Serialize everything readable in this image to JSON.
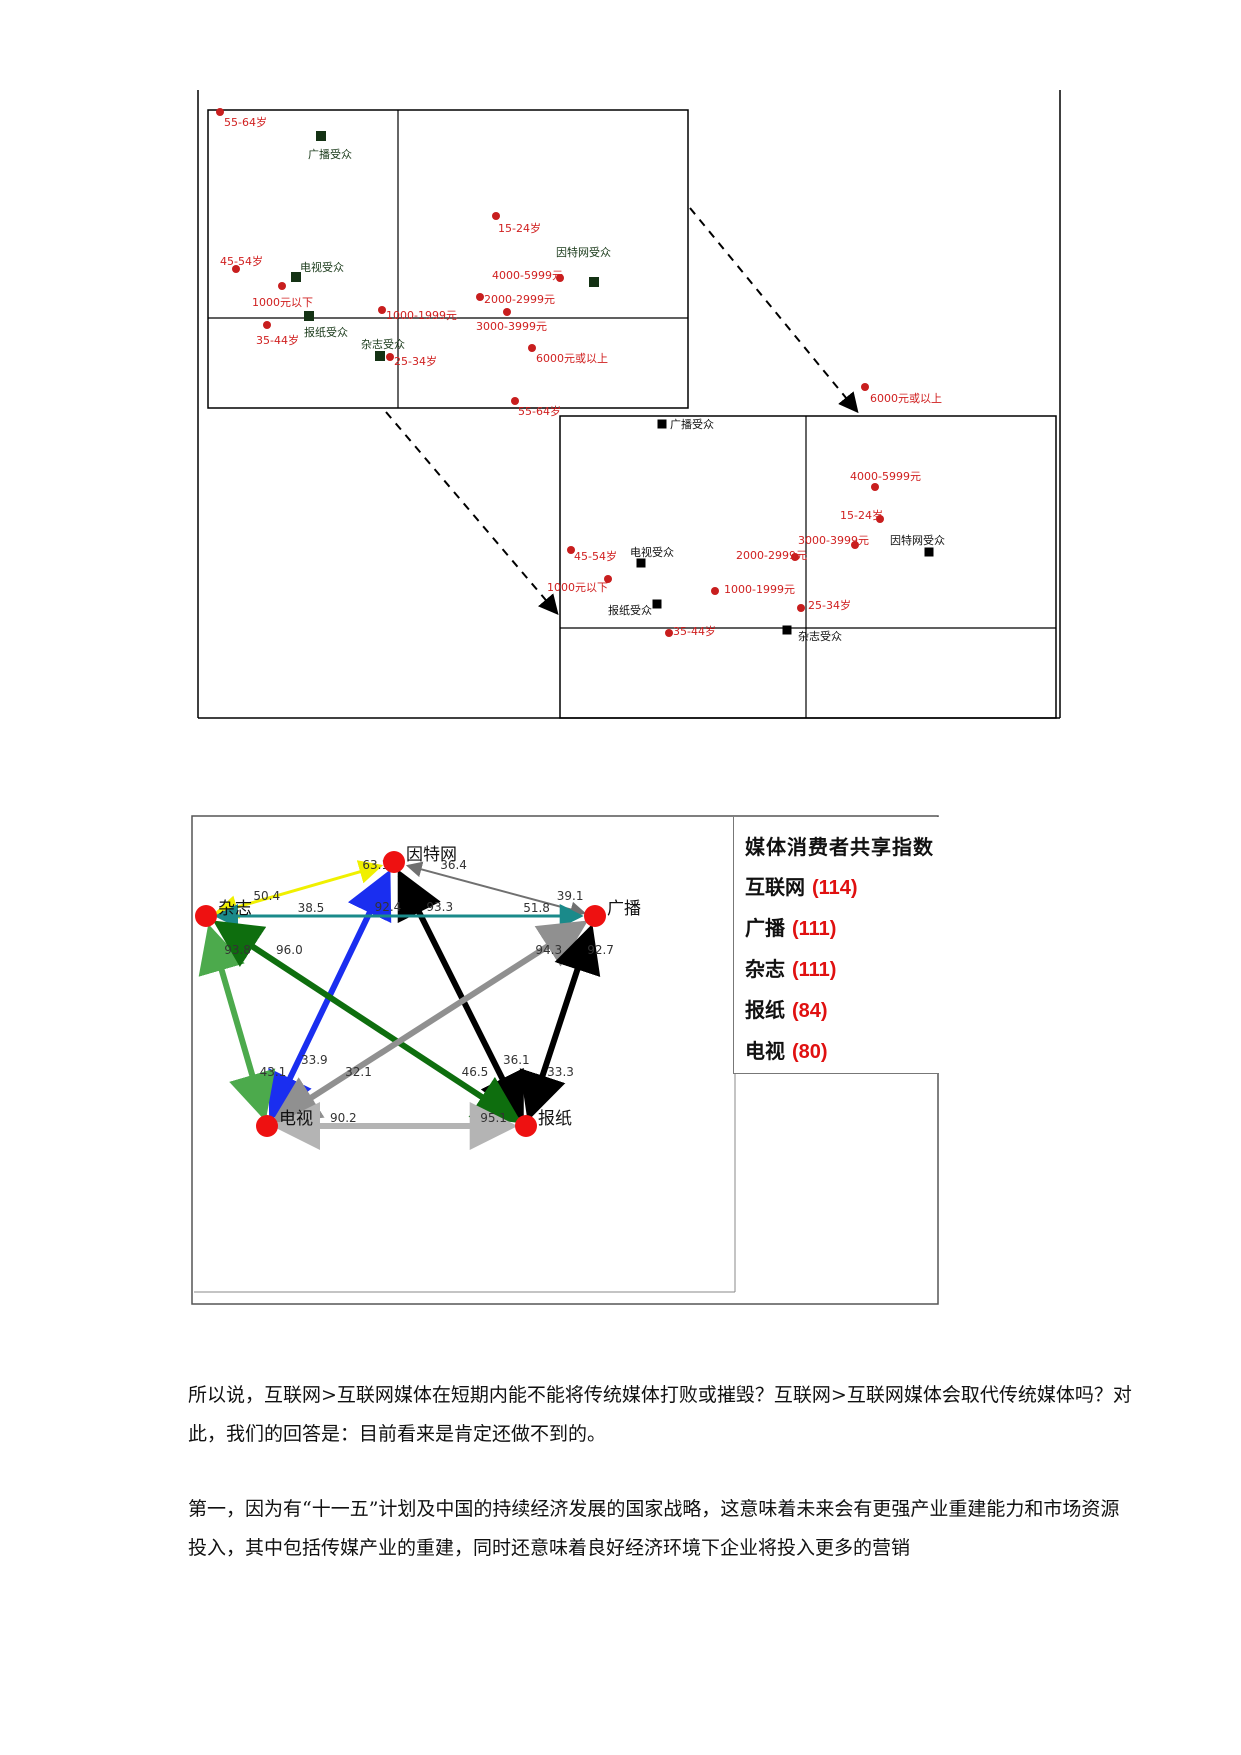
{
  "figure1": {
    "upper_plot": {
      "points": [
        {
          "label": "55-64岁",
          "kind": "age"
        },
        {
          "label": "广播受众",
          "kind": "media"
        },
        {
          "label": "15-24岁",
          "kind": "age"
        },
        {
          "label": "因特网受众",
          "kind": "media"
        },
        {
          "label": "45-54岁",
          "kind": "age"
        },
        {
          "label": "电视受众",
          "kind": "media"
        },
        {
          "label": "4000-5999元",
          "kind": "income"
        },
        {
          "label": "1000元以下",
          "kind": "income"
        },
        {
          "label": "2000-2999元",
          "kind": "income"
        },
        {
          "label": "1000-1999元",
          "kind": "income"
        },
        {
          "label": "报纸受众",
          "kind": "media"
        },
        {
          "label": "3000-3999元",
          "kind": "income"
        },
        {
          "label": "35-44岁",
          "kind": "age"
        },
        {
          "label": "杂志受众",
          "kind": "media"
        },
        {
          "label": "25-34岁",
          "kind": "age"
        },
        {
          "label": "6000元或以上",
          "kind": "income"
        }
      ]
    },
    "lower_plot": {
      "points": [
        {
          "label": "55-64岁",
          "kind": "age"
        },
        {
          "label": "广播受众",
          "kind": "media"
        },
        {
          "label": "6000元或以上",
          "kind": "income"
        },
        {
          "label": "4000-5999元",
          "kind": "income"
        },
        {
          "label": "15-24岁",
          "kind": "age"
        },
        {
          "label": "3000-3999元",
          "kind": "income"
        },
        {
          "label": "因特网受众",
          "kind": "media"
        },
        {
          "label": "45-54岁",
          "kind": "age"
        },
        {
          "label": "电视受众",
          "kind": "media"
        },
        {
          "label": "2000-2999元",
          "kind": "income"
        },
        {
          "label": "1000元以下",
          "kind": "income"
        },
        {
          "label": "1000-1999元",
          "kind": "income"
        },
        {
          "label": "25-34岁",
          "kind": "age"
        },
        {
          "label": "报纸受众",
          "kind": "media"
        },
        {
          "label": "35-44岁",
          "kind": "age"
        },
        {
          "label": "杂志受众",
          "kind": "media"
        }
      ]
    },
    "colors": {
      "category_point": "#c81e1e",
      "category_label": "#d02020",
      "media_marker": "#143214",
      "media_label": "#1a3a1a"
    }
  },
  "figure2": {
    "nodes": {
      "internet": "因特网",
      "broadcast": "广播",
      "newspaper": "报纸",
      "tv": "电视",
      "magazine": "杂志"
    },
    "edges": [
      {
        "from": "杂志",
        "to": "因特网",
        "value_a": "50.4",
        "value_b": "63.1",
        "color": "#f0f000"
      },
      {
        "from": "电视",
        "to": "因特网",
        "value_a": "33.9",
        "value_b": "92.4",
        "color": "#1a2ef0"
      },
      {
        "from": "报纸",
        "to": "因特网",
        "value_a": "36.1",
        "value_b": "93.3",
        "color": "#000000"
      },
      {
        "from": "广播",
        "to": "因特网",
        "value_a": "39.1",
        "value_b": "36.4",
        "color": "#707070"
      },
      {
        "from": "杂志",
        "to": "广播",
        "value_a": "38.5",
        "value_b": "51.8",
        "color": "#1a8a8a"
      },
      {
        "from": "电视",
        "to": "杂志",
        "value_a": "43.1",
        "value_b": "93.8",
        "color": "#4caa4c"
      },
      {
        "from": "报纸",
        "to": "杂志",
        "value_a": "46.5",
        "value_b": "96.0",
        "color": "#0e6e0e"
      },
      {
        "from": "电视",
        "to": "广播",
        "value_a": "32.1",
        "value_b": "94.3",
        "color": "#909090"
      },
      {
        "from": "报纸",
        "to": "广播",
        "value_a": "33.3",
        "value_b": "92.7",
        "color": "#000000"
      },
      {
        "from": "电视",
        "to": "报纸",
        "value_a": "90.2",
        "value_b": "95.1",
        "color": "#b4b4b4"
      }
    ],
    "node_color": "#ee1111",
    "legend": {
      "title": "媒体消费者共享指数",
      "items": [
        {
          "name": "互联网",
          "value": "(114)"
        },
        {
          "name": "广播",
          "value": "(111)"
        },
        {
          "name": "杂志",
          "value": "(111)"
        },
        {
          "name": "报纸",
          "value": "(84)"
        },
        {
          "name": "电视",
          "value": "(80)"
        }
      ]
    }
  },
  "text": {
    "para1": "所以说，互联网>互联网媒体在短期内能不能将传统媒体打败或摧毁？互联网>互联网媒体会取代传统媒体吗？对此，我们的回答是：目前看来是肯定还做不到的。",
    "para2": "第一，因为有“十一五”计划及中国的持续经济发展的国家战略，这意味着未来会有更强产业重建能力和市场资源投入，其中包括传媒产业的重建，同时还意味着良好经济环境下企业将投入更多的营销"
  }
}
